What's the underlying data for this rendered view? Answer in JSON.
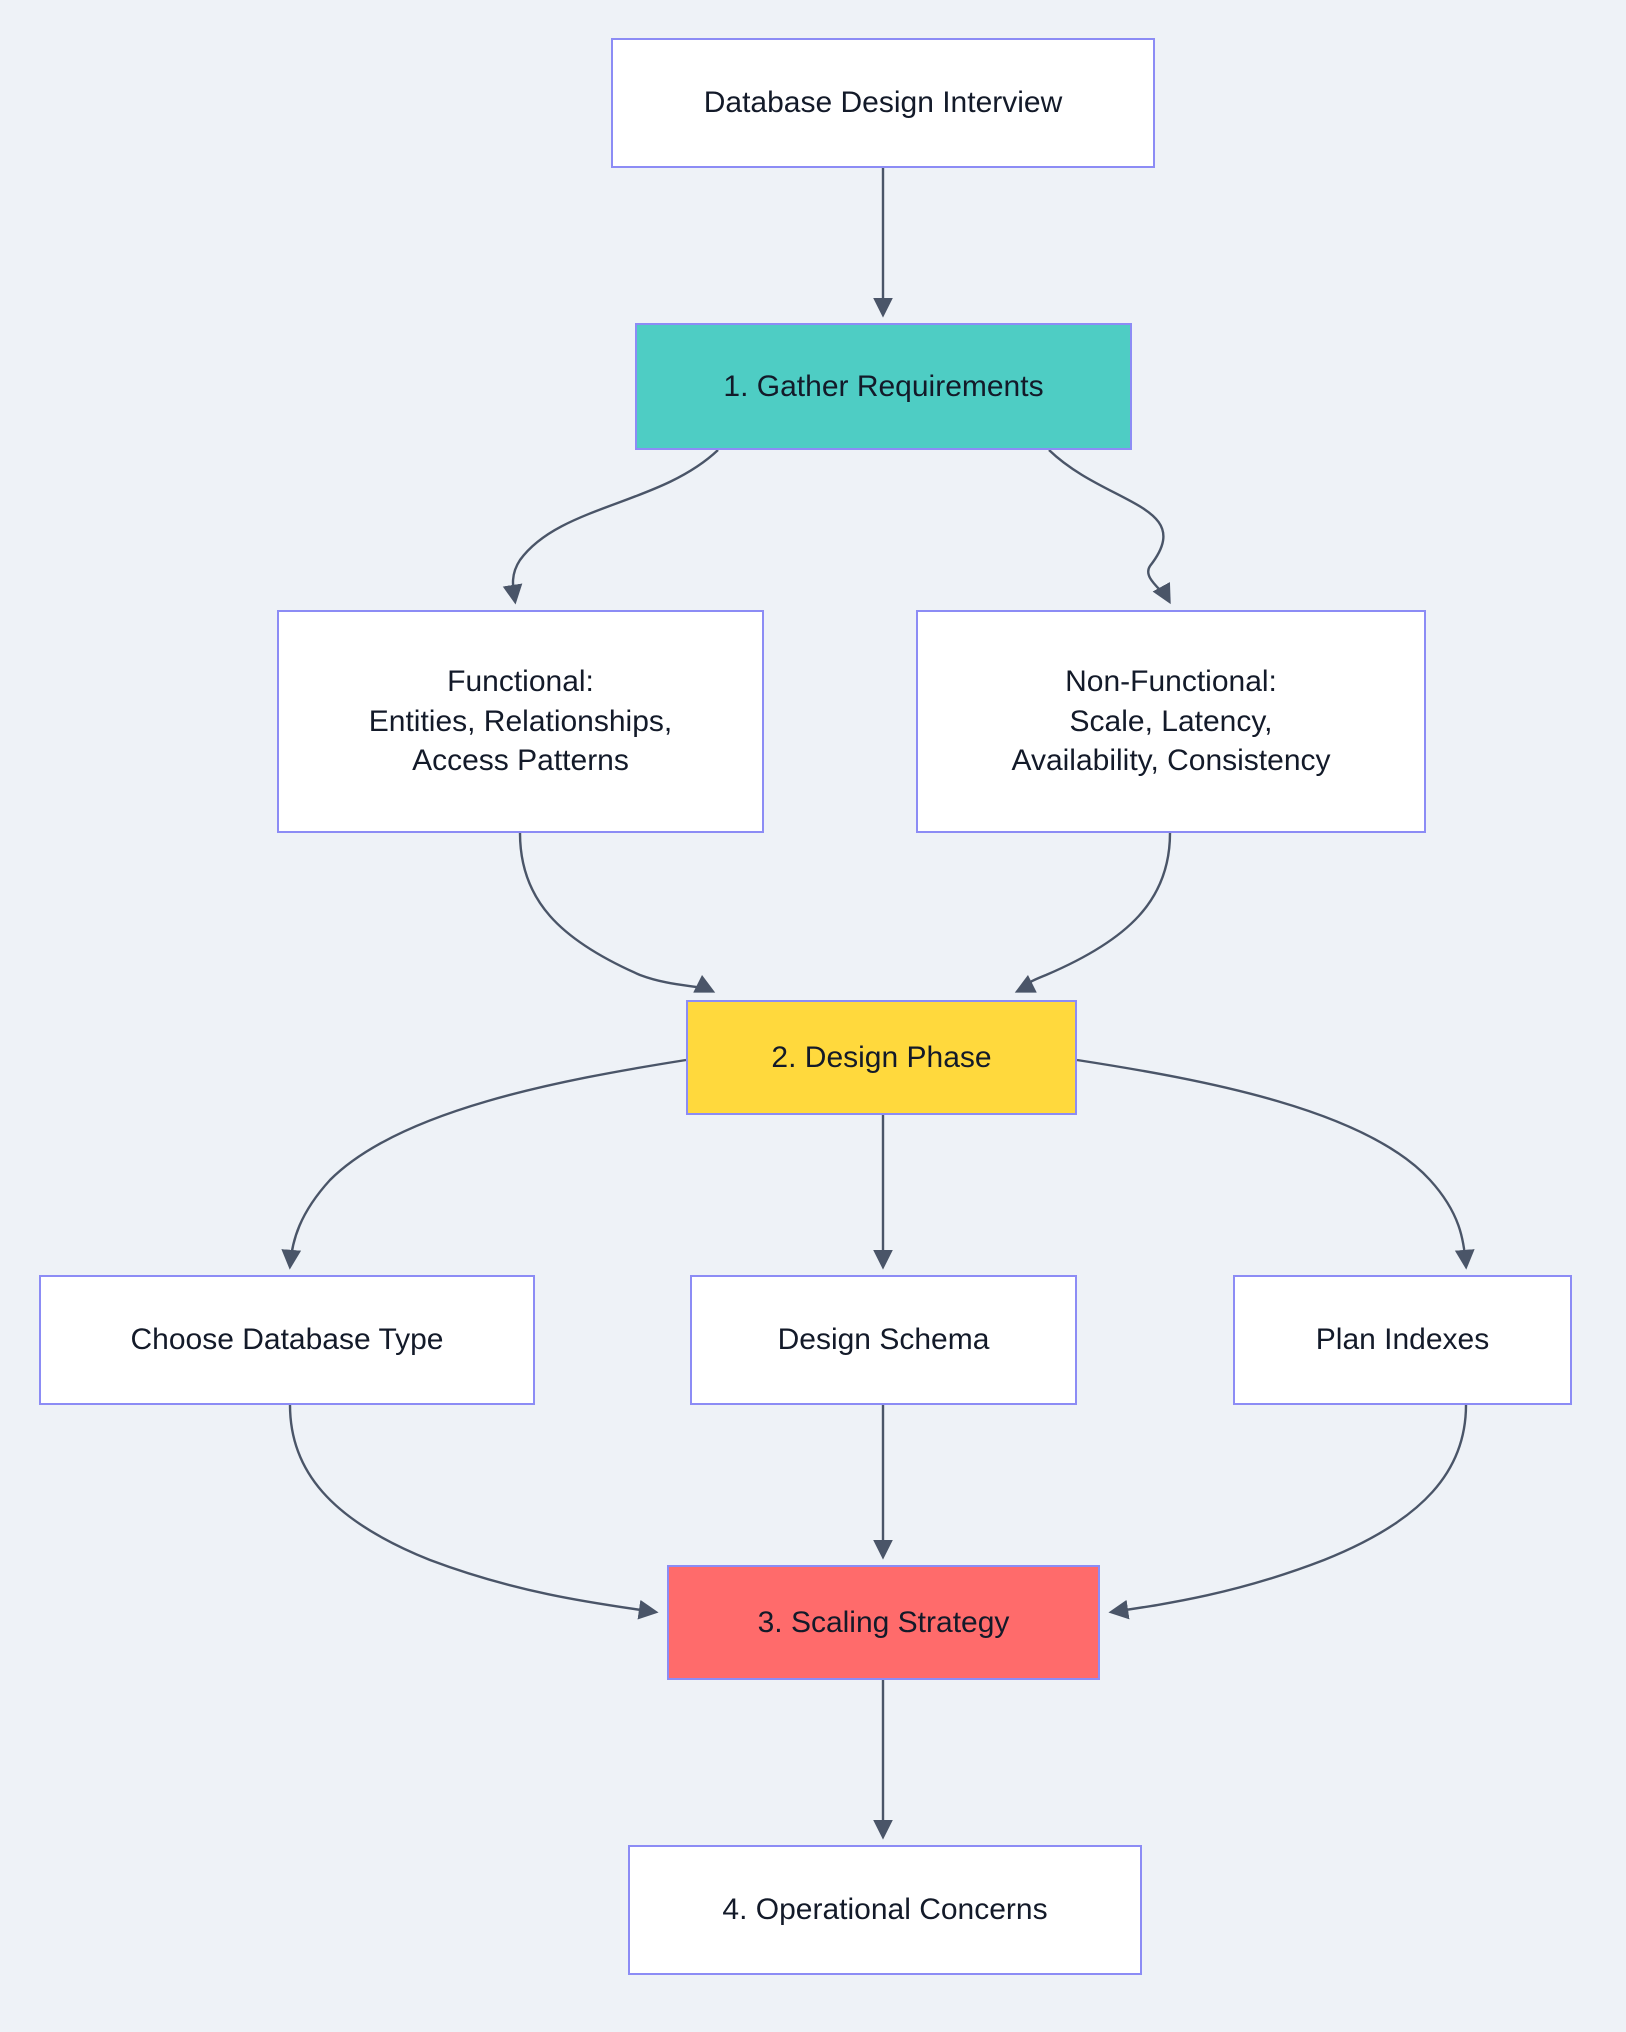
{
  "diagram": {
    "title": "Database Design Interview Flowchart",
    "direction": "top-down",
    "background_color": "#eef2f7",
    "node_border_color": "#8c8cf5",
    "edge_color": "#4a5568",
    "text_color": "#131a29",
    "nodes": [
      {
        "id": "root",
        "label": "Database Design Interview",
        "fill": "#ffffff",
        "style": "plain"
      },
      {
        "id": "step1",
        "label": "1. Gather Requirements",
        "fill": "#4ecdc4",
        "style": "phase-teal"
      },
      {
        "id": "functional",
        "label": "Functional:\nEntities, Relationships,\nAccess Patterns",
        "fill": "#ffffff",
        "style": "plain"
      },
      {
        "id": "nonfunctional",
        "label": "Non-Functional:\nScale, Latency,\nAvailability, Consistency",
        "fill": "#ffffff",
        "style": "plain"
      },
      {
        "id": "step2",
        "label": "2. Design Phase",
        "fill": "#ffd93d",
        "style": "phase-yellow"
      },
      {
        "id": "dbtype",
        "label": "Choose Database Type",
        "fill": "#ffffff",
        "style": "plain"
      },
      {
        "id": "schema",
        "label": "Design Schema",
        "fill": "#ffffff",
        "style": "plain"
      },
      {
        "id": "indexes",
        "label": "Plan Indexes",
        "fill": "#ffffff",
        "style": "plain"
      },
      {
        "id": "step3",
        "label": "3. Scaling Strategy",
        "fill": "#ff6b6b",
        "style": "phase-red"
      },
      {
        "id": "step4",
        "label": "4. Operational Concerns",
        "fill": "#ffffff",
        "style": "plain"
      }
    ],
    "edges": [
      {
        "from": "root",
        "to": "step1",
        "label": ""
      },
      {
        "from": "step1",
        "to": "functional",
        "label": ""
      },
      {
        "from": "step1",
        "to": "nonfunctional",
        "label": ""
      },
      {
        "from": "functional",
        "to": "step2",
        "label": ""
      },
      {
        "from": "nonfunctional",
        "to": "step2",
        "label": ""
      },
      {
        "from": "step2",
        "to": "dbtype",
        "label": ""
      },
      {
        "from": "step2",
        "to": "schema",
        "label": ""
      },
      {
        "from": "step2",
        "to": "indexes",
        "label": ""
      },
      {
        "from": "dbtype",
        "to": "step3",
        "label": ""
      },
      {
        "from": "schema",
        "to": "step3",
        "label": ""
      },
      {
        "from": "indexes",
        "to": "step3",
        "label": ""
      },
      {
        "from": "step3",
        "to": "step4",
        "label": ""
      }
    ]
  }
}
